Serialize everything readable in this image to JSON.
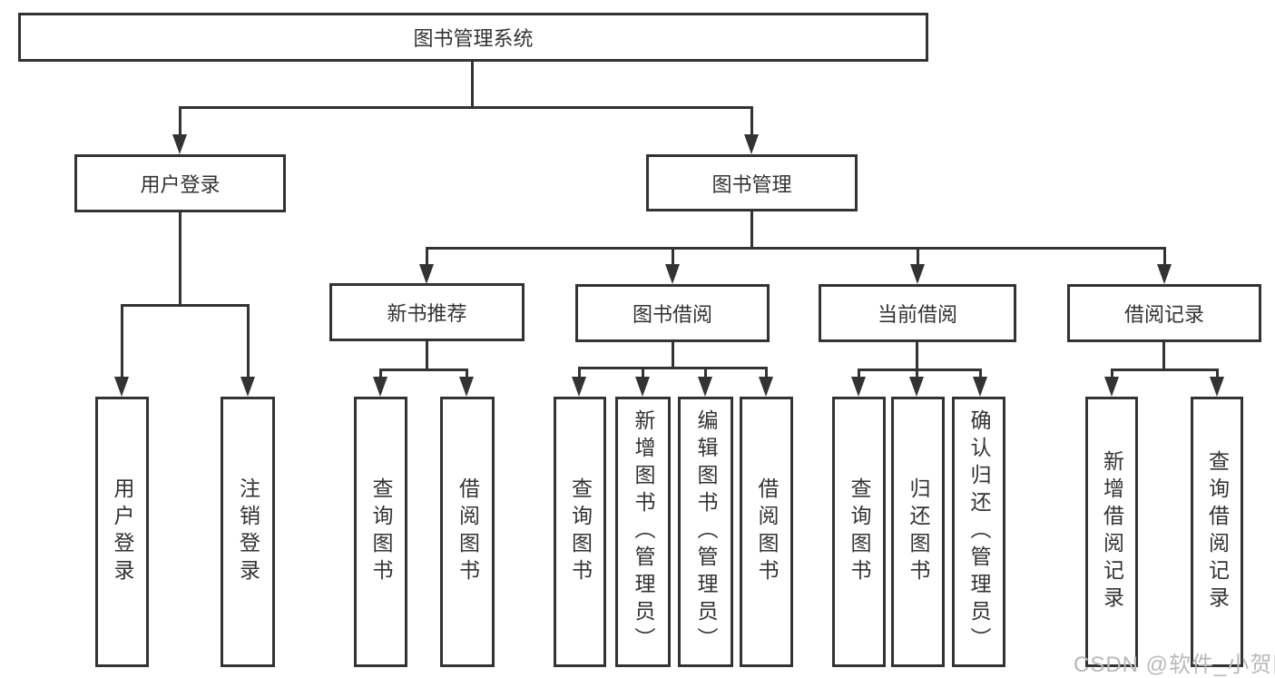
{
  "diagram_type": "hierarchy-tree",
  "colors": {
    "line": "#333333",
    "background": "#ffffff",
    "watermark": "#b9b9b9"
  },
  "tree": {
    "label": "图书管理系统",
    "children": [
      {
        "label": "用户登录",
        "children": [
          {
            "label": "用户登录"
          },
          {
            "label": "注销登录"
          }
        ]
      },
      {
        "label": "图书管理",
        "children": [
          {
            "label": "新书推荐",
            "children": [
              {
                "label": "查询图书"
              },
              {
                "label": "借阅图书"
              }
            ]
          },
          {
            "label": "图书借阅",
            "children": [
              {
                "label": "查询图书"
              },
              {
                "label": "新增图书（管理员）"
              },
              {
                "label": "编辑图书（管理员）"
              },
              {
                "label": "借阅图书"
              }
            ]
          },
          {
            "label": "当前借阅",
            "children": [
              {
                "label": "查询图书"
              },
              {
                "label": "归还图书"
              },
              {
                "label": "确认归还（管理员）"
              }
            ]
          },
          {
            "label": "借阅记录",
            "children": [
              {
                "label": "新增借阅记录"
              },
              {
                "label": "查询借阅记录"
              }
            ]
          }
        ]
      }
    ]
  },
  "watermark": {
    "text": "CSDN @软件_小贺同学"
  }
}
